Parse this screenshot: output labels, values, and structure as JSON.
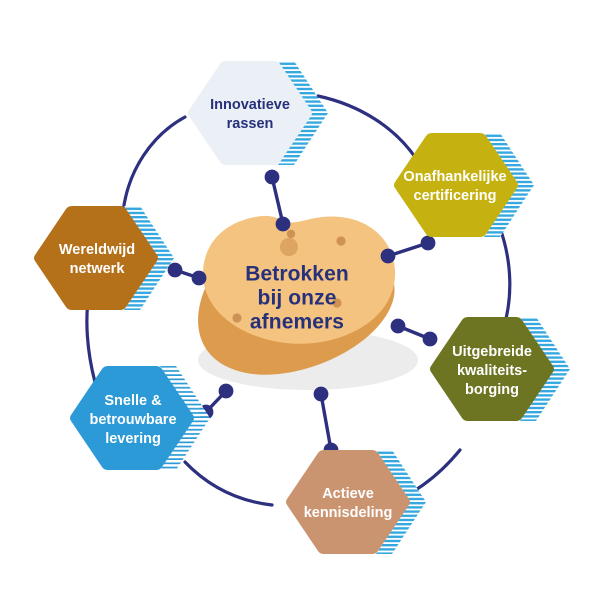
{
  "diagram": {
    "type": "hub-and-spoke hexagon infographic",
    "title": "Betrokken bij onze afnemers",
    "center": {
      "shape": "potato",
      "lines": [
        "Betrokken",
        "bij onze",
        "afnemers"
      ],
      "text_color": "#27307A",
      "fill_light": "#F3C37F",
      "fill_dark": "#DD9C4D",
      "shadow_color": "#EDEDED",
      "spot_color": "#CE9254"
    },
    "accent_colors": {
      "connector": "#2D2F7F",
      "hatch": "#35A8E0",
      "background": "#FFFFFF"
    },
    "nodes": [
      {
        "id": "innovatieve-rassen",
        "lines": [
          "Innovatieve",
          "rassen"
        ],
        "fill": "#EAF0F5",
        "text_color": "#27307A",
        "hatch_color": "#35A8E0",
        "position": "top"
      },
      {
        "id": "onafhankelijke-certificering",
        "lines": [
          "Onafhankelijke",
          "certificering"
        ],
        "fill": "#C5B211",
        "text_color": "#FFFFFF",
        "hatch_color": "#35A8E0",
        "position": "top-right"
      },
      {
        "id": "uitgebreide-kwaliteitsborging",
        "lines": [
          "Uitgebreide",
          "kwaliteits-",
          "borging"
        ],
        "fill": "#6E7522",
        "text_color": "#FFFFFF",
        "hatch_color": "#35A8E0",
        "position": "bottom-right"
      },
      {
        "id": "actieve-kennisdeling",
        "lines": [
          "Actieve",
          "kennisdeling"
        ],
        "fill": "#CB9470",
        "text_color": "#FFFFFF",
        "hatch_color": "#35A8E0",
        "position": "bottom"
      },
      {
        "id": "snelle-betrouwbare-levering",
        "lines": [
          "Snelle &",
          "betrouwbare",
          "levering"
        ],
        "fill": "#2B9AD6",
        "text_color": "#FFFFFF",
        "hatch_color": "#FFFFFF",
        "position": "bottom-left"
      },
      {
        "id": "wereldwijd-netwerk",
        "lines": [
          "Wereldwijd",
          "netwerk"
        ],
        "fill": "#B5701A",
        "text_color": "#FFFFFF",
        "hatch_color": "#35A8E0",
        "position": "top-left"
      }
    ]
  }
}
